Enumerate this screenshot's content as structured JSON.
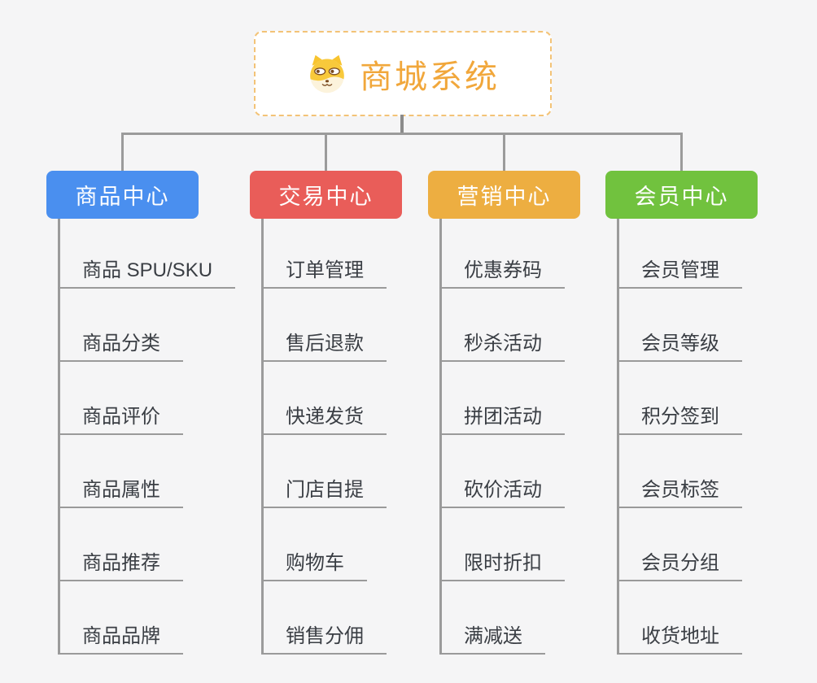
{
  "root": {
    "title": "商城系统",
    "icon": "dog-face-icon"
  },
  "branches": [
    {
      "id": "product-center",
      "label": "商品中心",
      "color": "#4A8FEF",
      "children": [
        "商品 SPU/SKU",
        "商品分类",
        "商品评价",
        "商品属性",
        "商品推荐",
        "商品品牌"
      ]
    },
    {
      "id": "trade-center",
      "label": "交易中心",
      "color": "#E95D59",
      "children": [
        "订单管理",
        "售后退款",
        "快递发货",
        "门店自提",
        "购物车",
        "销售分佣"
      ]
    },
    {
      "id": "marketing-center",
      "label": "营销中心",
      "color": "#EDAE41",
      "children": [
        "优惠券码",
        "秒杀活动",
        "拼团活动",
        "砍价活动",
        "限时折扣",
        "满减送"
      ]
    },
    {
      "id": "member-center",
      "label": "会员中心",
      "color": "#71C23E",
      "children": [
        "会员管理",
        "会员等级",
        "积分签到",
        "会员标签",
        "会员分组",
        "收货地址"
      ]
    }
  ],
  "colors": {
    "background": "#F5F5F6",
    "connector": "#9B9B9B",
    "root_accent": "#F1A73B",
    "root_border": "#F3C377",
    "child_text": "#3A3E44",
    "child_underline": "#9A9A9A"
  }
}
